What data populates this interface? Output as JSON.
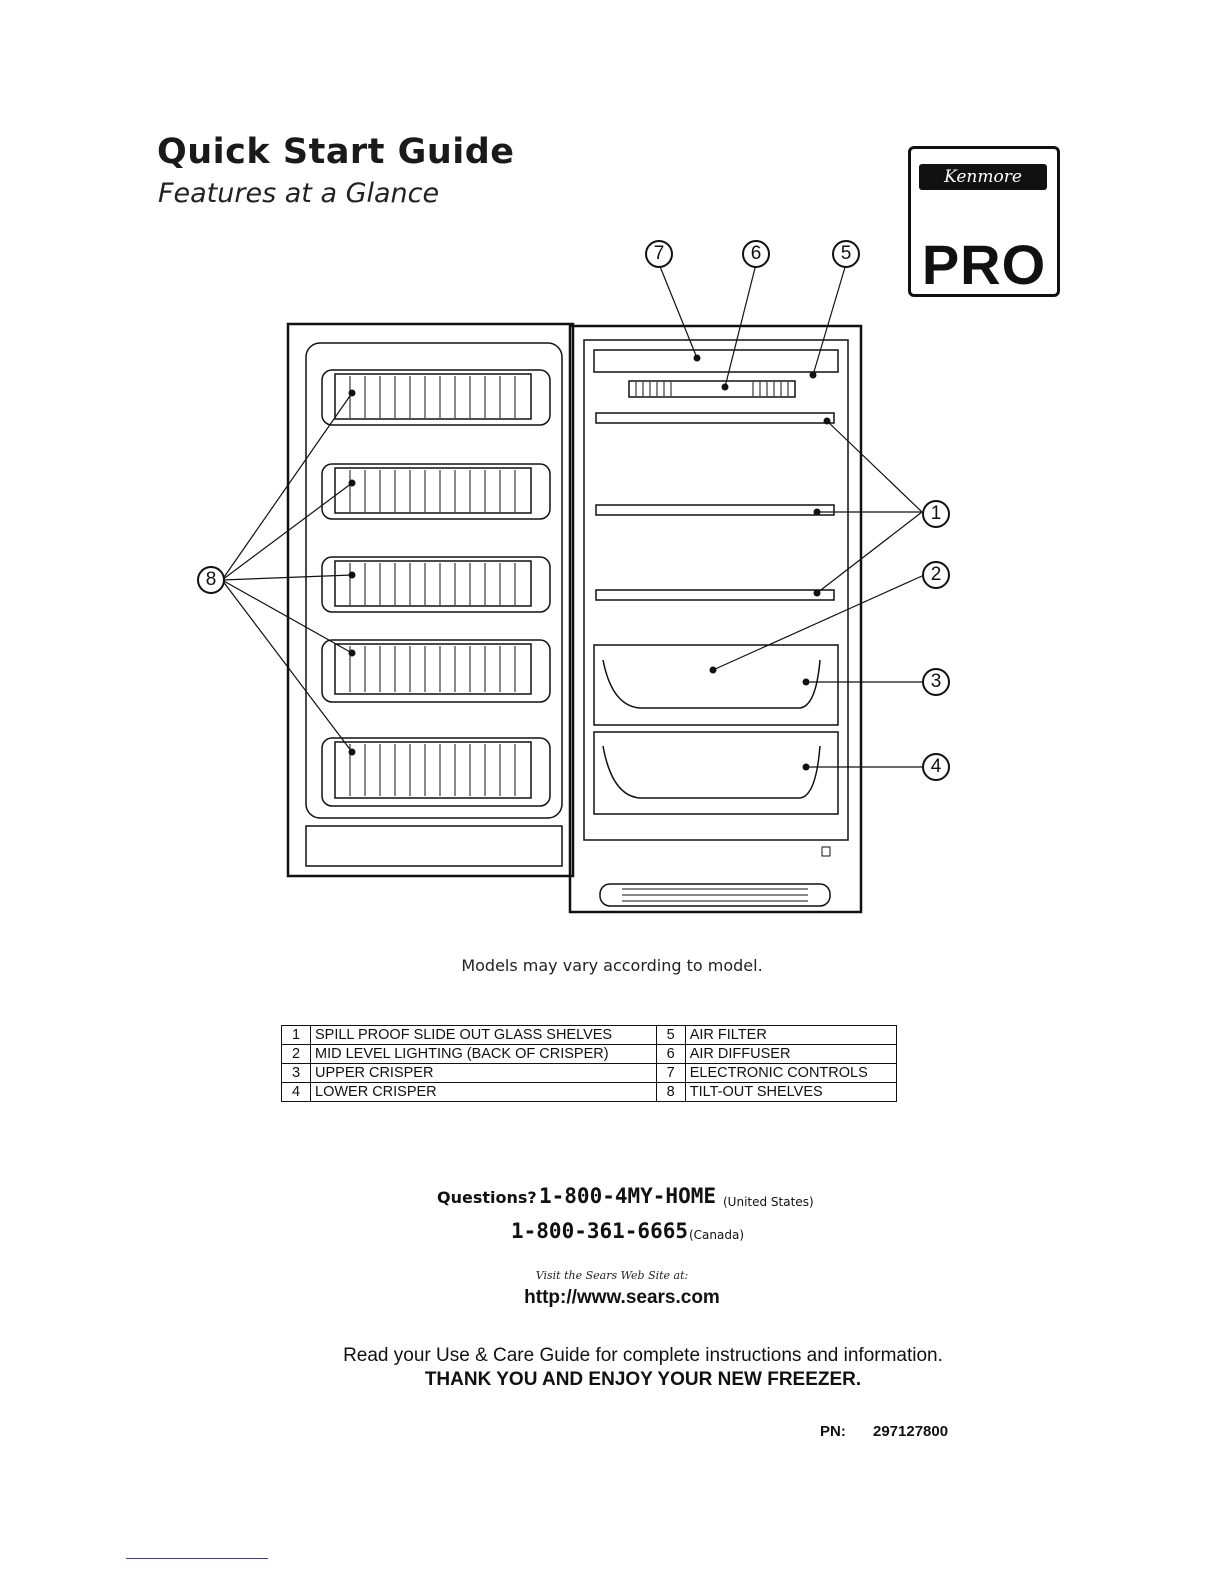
{
  "header": {
    "title": "Quick Start Guide",
    "subtitle": "Features at a Glance"
  },
  "logo": {
    "brand": "Kenmore",
    "line": "PRO"
  },
  "callouts": [
    "1",
    "2",
    "3",
    "4",
    "5",
    "6",
    "7",
    "8"
  ],
  "diagram_note": "Models may vary according to model.",
  "features_table": {
    "rows": [
      {
        "n1": "1",
        "f1": "SPILL PROOF SLIDE OUT GLASS SHELVES",
        "n2": "5",
        "f2": "AIR FILTER"
      },
      {
        "n1": "2",
        "f1": "MID LEVEL LIGHTING (BACK OF CRISPER)",
        "n2": "6",
        "f2": "AIR DIFFUSER"
      },
      {
        "n1": "3",
        "f1": "UPPER CRISPER",
        "n2": "7",
        "f2": "ELECTRONIC CONTROLS"
      },
      {
        "n1": "4",
        "f1": "LOWER CRISPER",
        "n2": "8",
        "f2": "TILT-OUT SHELVES"
      }
    ]
  },
  "contact": {
    "questions_label": "Questions?",
    "phone_us": "1-800-4MY-HOME",
    "region_us": "(United States)",
    "phone_ca": "1-800-361-6665",
    "region_ca": "(Canada)",
    "visit_text": "Visit the Sears Web Site at:",
    "url": "http://www.sears.com"
  },
  "closing": {
    "read_text": "Read your Use & Care Guide for complete instructions and information.",
    "thanks_text": "THANK YOU AND ENJOY YOUR NEW FREEZER."
  },
  "part_number": {
    "label": "PN:",
    "value": "297127800"
  }
}
